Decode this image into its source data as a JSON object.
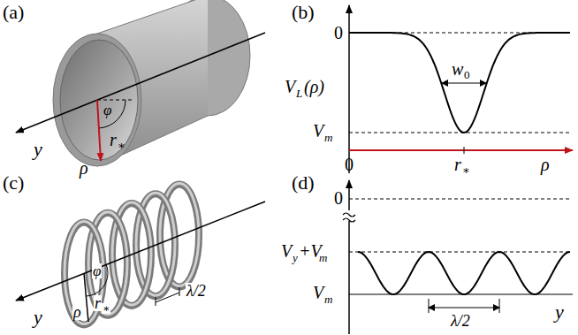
{
  "diagram": {
    "labels": [
      "(a)",
      "y",
      "φ",
      "ρ",
      "r",
      "∗",
      "(b)",
      "0",
      "V",
      "L",
      "(ρ)",
      "w",
      "0",
      "V",
      "m",
      "0",
      "r",
      "∗",
      "ρ",
      "(c)",
      "y",
      "φ",
      "ρ",
      "r",
      "∗",
      "λ/2",
      "(d)",
      "0",
      "V",
      "y",
      "+V",
      "m",
      "V",
      "m",
      "λ/2",
      "y"
    ]
  }
}
